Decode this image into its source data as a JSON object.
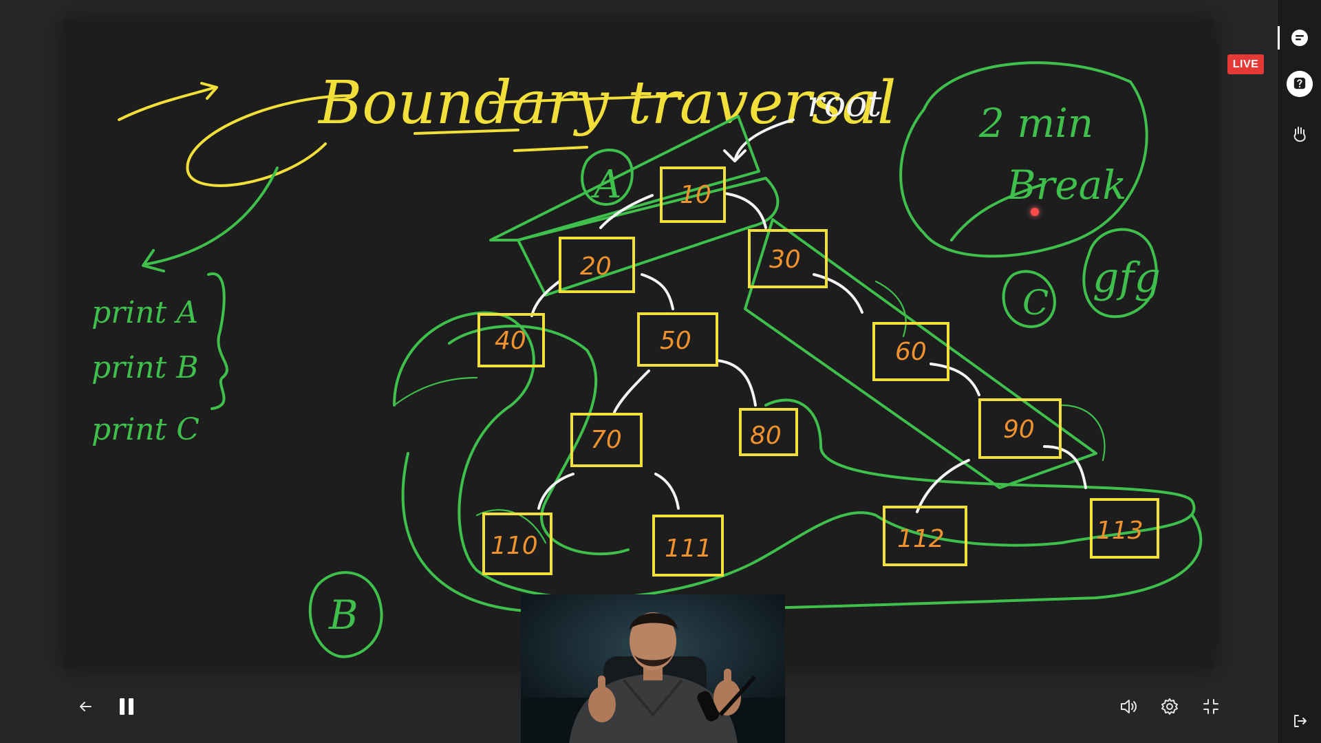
{
  "status": {
    "live_label": "LIVE"
  },
  "whiteboard": {
    "title": "Boundary traversal",
    "root_label": "root",
    "break_note": [
      "2 min",
      "Break"
    ],
    "steps": [
      "print A",
      "print B",
      "print C"
    ],
    "region_labels": [
      "A",
      "B",
      "C"
    ],
    "gfg_note": "gfg",
    "nodes": [
      "10",
      "20",
      "30",
      "40",
      "50",
      "60",
      "70",
      "80",
      "90",
      "110",
      "111",
      "112",
      "113"
    ],
    "colors": {
      "yellow": "#f2df3a",
      "green": "#3fbf4c",
      "orange": "#f0922e",
      "white": "#f4f4f4",
      "board": "#1d1d1e"
    }
  },
  "player": {
    "controls_left": [
      {
        "name": "back",
        "icon": "arrow-left-icon"
      },
      {
        "name": "pause",
        "icon": "pause-icon"
      }
    ],
    "controls_right": [
      {
        "name": "volume",
        "icon": "volume-icon"
      },
      {
        "name": "settings",
        "icon": "gear-icon"
      },
      {
        "name": "exit-fullscreen",
        "icon": "minimize-icon"
      }
    ]
  },
  "sidebar": {
    "items": [
      {
        "name": "chat",
        "icon": "chat-icon"
      },
      {
        "name": "doubts",
        "icon": "question-icon"
      },
      {
        "name": "raise-hand",
        "icon": "hand-icon"
      },
      {
        "name": "leave",
        "icon": "exit-icon"
      }
    ]
  }
}
